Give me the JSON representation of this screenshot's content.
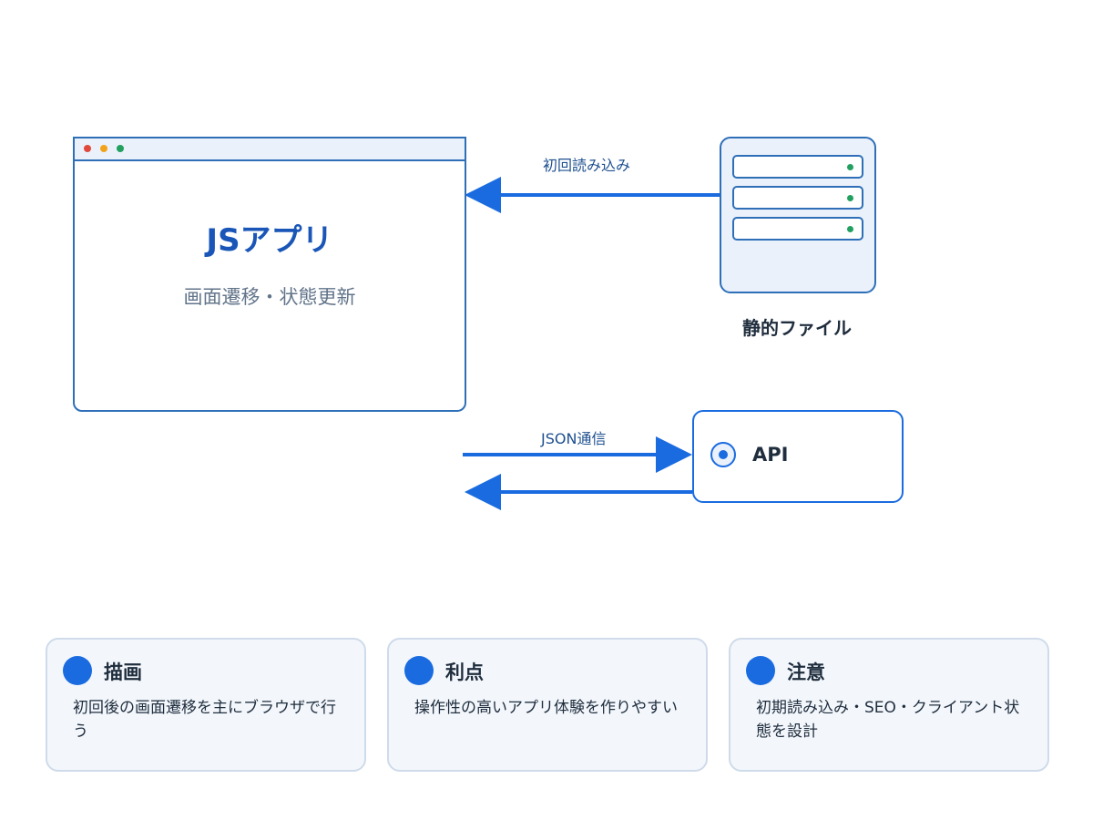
{
  "browser": {
    "title": "JSアプリ",
    "subtitle": "画面遷移・状態更新"
  },
  "server": {
    "label": "静的ファイル"
  },
  "api": {
    "label": "API"
  },
  "edges": {
    "initial_load": "初回読み込み",
    "json": "JSON通信"
  },
  "cards": [
    {
      "title": "描画",
      "text": "初回後の画面遷移を主にブラウザで行う"
    },
    {
      "title": "利点",
      "text": "操作性の高いアプリ体験を作りやすい"
    },
    {
      "title": "注意",
      "text": "初期読み込み・SEO・クライアント状態を設計"
    }
  ],
  "colors": {
    "accent": "#1a6be0",
    "border": "#2e6fb8",
    "title": "#1a56b8"
  }
}
